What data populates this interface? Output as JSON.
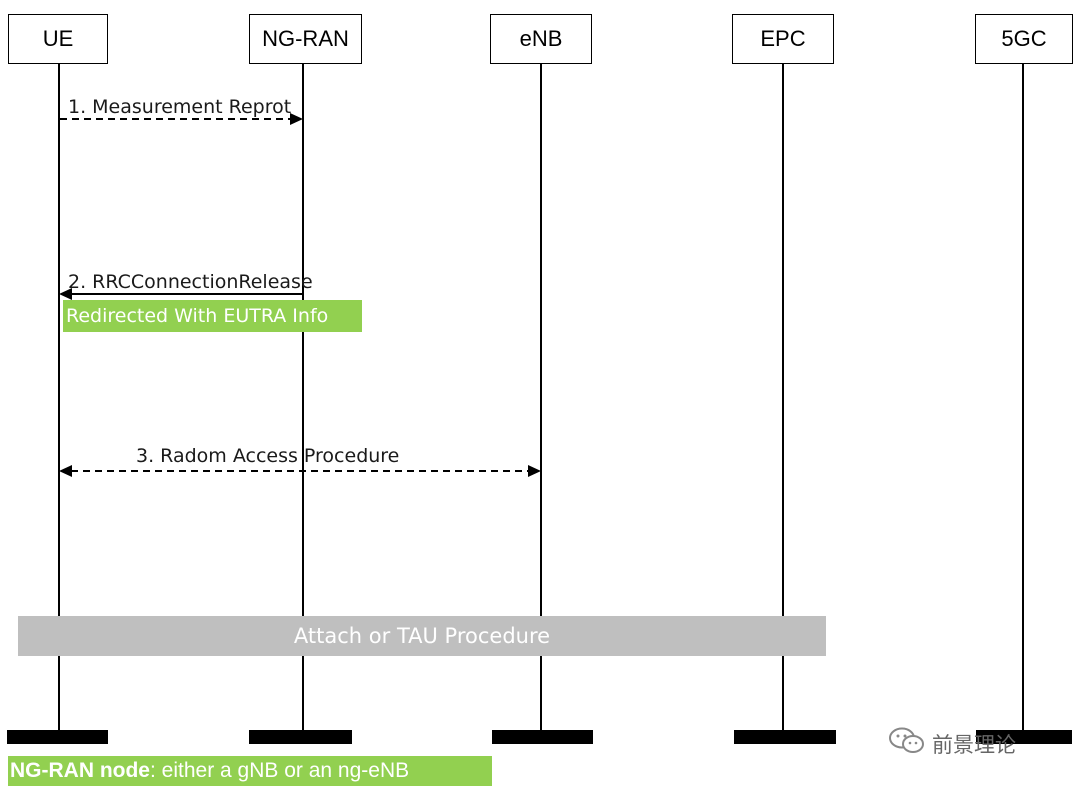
{
  "entities": [
    {
      "label": "UE"
    },
    {
      "label": "NG-RAN"
    },
    {
      "label": "eNB"
    },
    {
      "label": "EPC"
    },
    {
      "label": "5GC"
    }
  ],
  "messages": [
    {
      "label": "1. Measurement Reprot"
    },
    {
      "label": "2. RRCConnectionRelease",
      "note": "Redirected With EUTRA Info"
    },
    {
      "label": "3. Radom Access Procedure"
    }
  ],
  "procedure_bar": "Attach or TAU Procedure",
  "legend": {
    "term": "NG-RAN node",
    "rest": ": either a gNB or an ng-eNB"
  },
  "watermark": {
    "text": "前景理论",
    "icon": "wechat-icon"
  },
  "colors": {
    "note_green": "#92d050",
    "bar_gray": "#bfbfbf",
    "line": "#000000"
  }
}
